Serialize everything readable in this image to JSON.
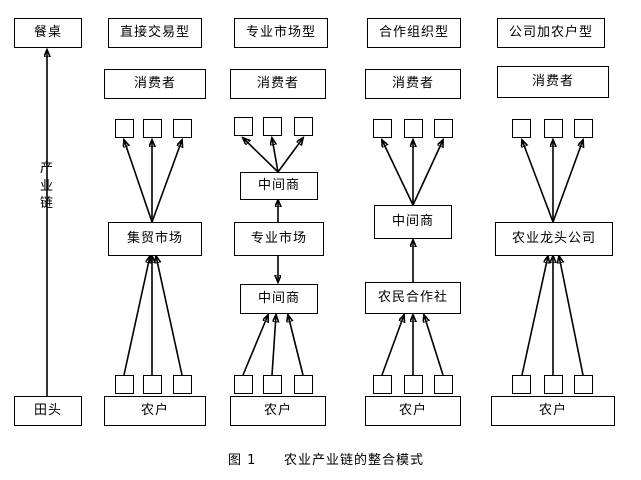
{
  "figure": {
    "caption_number": "图 1",
    "caption_text": "农业产业链的整合模式"
  },
  "axis": {
    "label": "产\n业\n链",
    "top_node": "餐桌",
    "bottom_node": "田头"
  },
  "columns": [
    {
      "id": "direct-trade",
      "header": "直接交易型",
      "nodes": {
        "consumer": "消费者",
        "middle1": "集贸市场",
        "farmer": "农户"
      },
      "consumer_squares": 3,
      "farmer_squares": 3
    },
    {
      "id": "professional-market",
      "header": "专业市场型",
      "nodes": {
        "consumer": "消费者",
        "middle1": "中间商",
        "middle2": "专业市场",
        "middle3": "中间商",
        "farmer": "农户"
      },
      "consumer_squares": 3,
      "farmer_squares": 3
    },
    {
      "id": "cooperative",
      "header": "合作组织型",
      "nodes": {
        "consumer": "消费者",
        "middle1": "中间商",
        "middle2": "农民合作社",
        "farmer": "农户"
      },
      "consumer_squares": 3,
      "farmer_squares": 3
    },
    {
      "id": "company-farmer",
      "header": "公司加农户型",
      "nodes": {
        "consumer": "消费者",
        "middle1": "农业龙头公司",
        "farmer": "农户"
      },
      "consumer_squares": 3,
      "farmer_squares": 3
    }
  ]
}
